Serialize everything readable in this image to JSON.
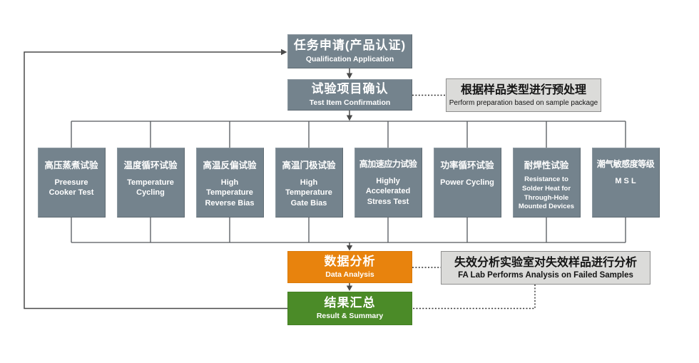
{
  "colors": {
    "test_box": "#74838D",
    "data_analysis_box": "#E8830D",
    "result_box": "#4B8B28",
    "note_background": "#DBDBD9",
    "note_border": "#8E8E8E",
    "connector": "#4A4A4A",
    "background": "#FFFFFF"
  },
  "flow": {
    "application": {
      "zh": "任务申请(产品认证)",
      "en": "Qualification Application"
    },
    "confirmation": {
      "zh": "试验项目确认",
      "en": "Test Item Confirmation"
    },
    "preparation_note": {
      "zh": "根据样品类型进行预处理",
      "en": "Perform preparation based on sample package"
    },
    "tests": [
      {
        "zh": "高压蒸煮试验",
        "en": "Preesure\nCooker Test"
      },
      {
        "zh": "温度循环试验",
        "en": "Temperature\nCycling"
      },
      {
        "zh": "高温反偏试验",
        "en": "High\nTemperature\nReverse Bias"
      },
      {
        "zh": "高温门极试验",
        "en": "High\nTemperature\nGate Bias"
      },
      {
        "zh": "高加速应力试验",
        "en": "Highly\nAccelerated\nStress Test"
      },
      {
        "zh": "功率循环试验",
        "en": "Power Cycling"
      },
      {
        "zh": "耐焊性试验",
        "en": "Resistance to\nSolder Heat for\nThrough-Hole\nMounted Devices"
      },
      {
        "zh": "潮气敏感度等级",
        "en": "M S L"
      }
    ],
    "data_analysis": {
      "zh": "数据分析",
      "en": "Data Analysis"
    },
    "fa_note": {
      "zh": "失效分析实验室对失效样品进行分析",
      "en": "FA Lab Performs Analysis on Failed Samples"
    },
    "result": {
      "zh": "结果汇总",
      "en": "Result & Summary"
    }
  }
}
